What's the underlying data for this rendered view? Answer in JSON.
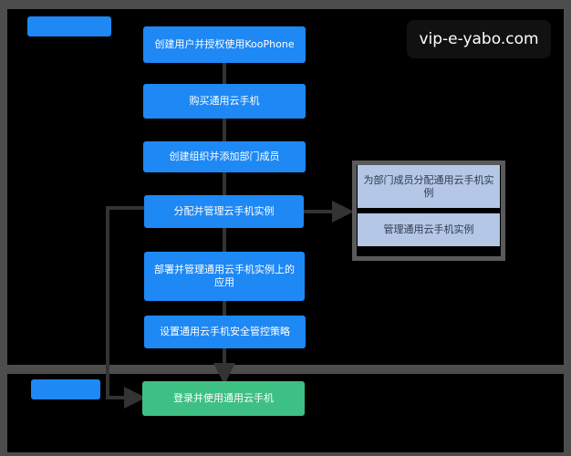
{
  "steps": {
    "create_user": "创建用户并授权使用KooPhone",
    "buy_phone": "购买通用云手机",
    "create_org": "创建组织并添加部门成员",
    "assign_manage": "分配并管理云手机实例",
    "deploy_apps": "部署并管理通用云手机实例上的应用",
    "security_policy": "设置通用云手机安全管控策略",
    "login_use": "登录并使用通用云手机"
  },
  "side_steps": {
    "assign_members": "为部门成员分配通用云手机实例",
    "manage_instances": "管理通用云手机实例"
  },
  "watermark": "vip-e-yabo.com",
  "colors": {
    "step": "#1e88f5",
    "final_step": "#3ebf83",
    "side_step": "#b4c7e7",
    "frame": "#4d4d4d",
    "connector": "#333333"
  }
}
